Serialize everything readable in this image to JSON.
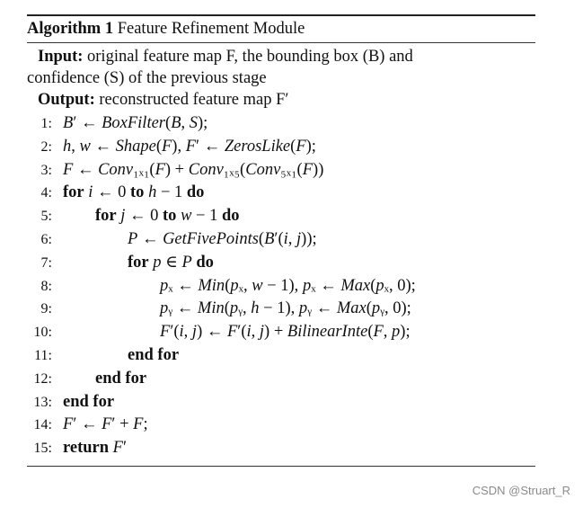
{
  "algorithm": {
    "label": "Algorithm 1",
    "title": "Feature Refinement Module",
    "input_label": "Input:",
    "input_text": "original feature map F, the bounding box (B) and",
    "input_text_cont": "confidence (S) of the previous stage",
    "output_label": "Output:",
    "output_text": "reconstructed feature map F′",
    "lines": [
      {
        "num": "1:",
        "indent": 0,
        "text": "B′ ← BoxFilter(B, S);"
      },
      {
        "num": "2:",
        "indent": 0,
        "text": "h, w ← Shape(F), F′ ← ZerosLike(F);"
      },
      {
        "num": "3:",
        "indent": 0,
        "text": "F ← Conv₁ₓ₁(F) + Conv₁ₓ₅(Conv₅ₓ₁(F))"
      },
      {
        "num": "4:",
        "indent": 0,
        "text": "for i ← 0 to h − 1 do"
      },
      {
        "num": "5:",
        "indent": 1,
        "text": "for j ← 0 to w − 1 do"
      },
      {
        "num": "6:",
        "indent": 2,
        "text": "P ← GetFivePoints(B′(i, j));"
      },
      {
        "num": "7:",
        "indent": 2,
        "text": "for p ∈ P do"
      },
      {
        "num": "8:",
        "indent": 3,
        "text": "pₓ ← Min(pₓ, w − 1), pₓ ← Max(pₓ, 0);"
      },
      {
        "num": "9:",
        "indent": 3,
        "text": "pᵧ ← Min(pᵧ, h − 1), pᵧ ← Max(pᵧ, 0);"
      },
      {
        "num": "10:",
        "indent": 3,
        "text": "F′(i, j) ← F′(i, j) + BilinearInte(F, p);"
      },
      {
        "num": "11:",
        "indent": 2,
        "text": "end for"
      },
      {
        "num": "12:",
        "indent": 1,
        "text": "end for"
      },
      {
        "num": "13:",
        "indent": 0,
        "text": "end for"
      },
      {
        "num": "14:",
        "indent": 0,
        "text": "F′ ← F′ + F;"
      },
      {
        "num": "15:",
        "indent": 0,
        "text": "return F′"
      }
    ]
  },
  "watermark": "CSDN @Struart_R"
}
